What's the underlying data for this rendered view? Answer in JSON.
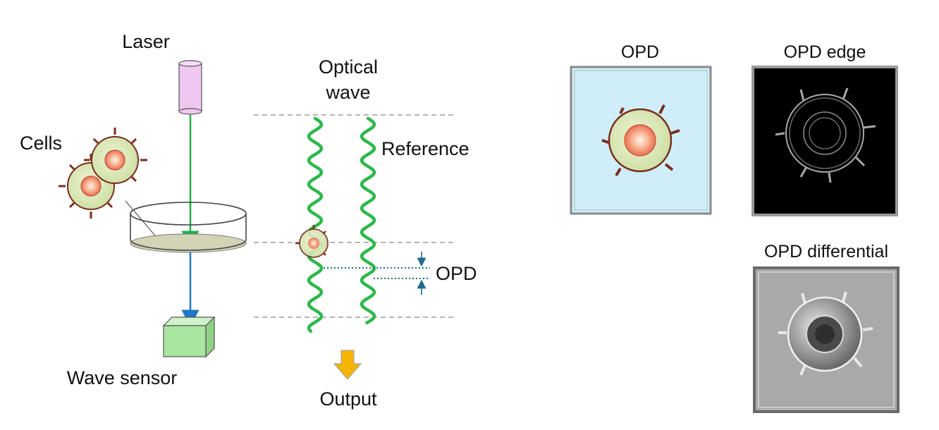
{
  "labels": {
    "laser": "Laser",
    "cells": "Cells",
    "wave_sensor": "Wave sensor",
    "optical_wave_line1": "Optical",
    "optical_wave_line2": "wave",
    "reference": "Reference",
    "opd": "OPD",
    "output": "Output"
  },
  "panels": {
    "opd_title": "OPD",
    "edge_title": "OPD edge",
    "differential_title": "OPD differential"
  },
  "colors": {
    "laser_body": "#efc7ef",
    "laser_beam": "#22b04a",
    "transmitted_beam": "#1f78c8",
    "sensor": "#a8e6a0",
    "wave": "#2db84a",
    "opd_marker": "#1f6a8a",
    "output_arrow": "#f4b400",
    "opd_panel_bg": "#cfeefa",
    "edge_panel_bg": "#000000",
    "differential_panel_bg": "#a9a9a9",
    "cell_body": "#d9e6b8",
    "cell_outline": "#7a2e1e",
    "nucleus": "#f28a6a"
  }
}
